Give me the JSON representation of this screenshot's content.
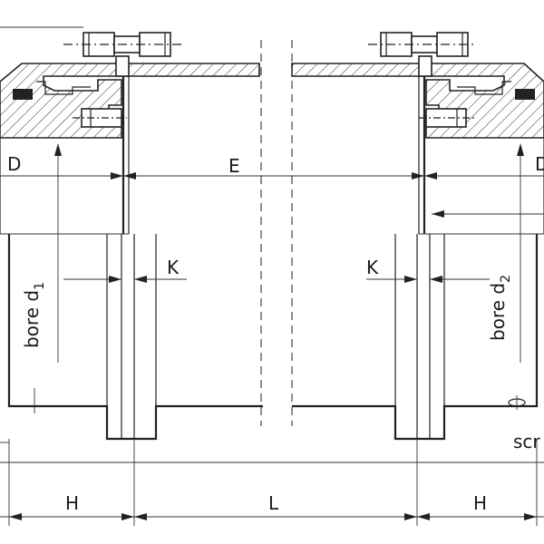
{
  "labels": {
    "D_left": "D",
    "D_right": "D",
    "E": "E",
    "K_left": "K",
    "K_right": "K",
    "H_left": "H",
    "H_right": "H",
    "L": "L",
    "bore_left_text": "bore d",
    "bore_left_sub": "1",
    "bore_right_text": "bore d",
    "bore_right_sub": "2",
    "screw_partial": "scr"
  }
}
